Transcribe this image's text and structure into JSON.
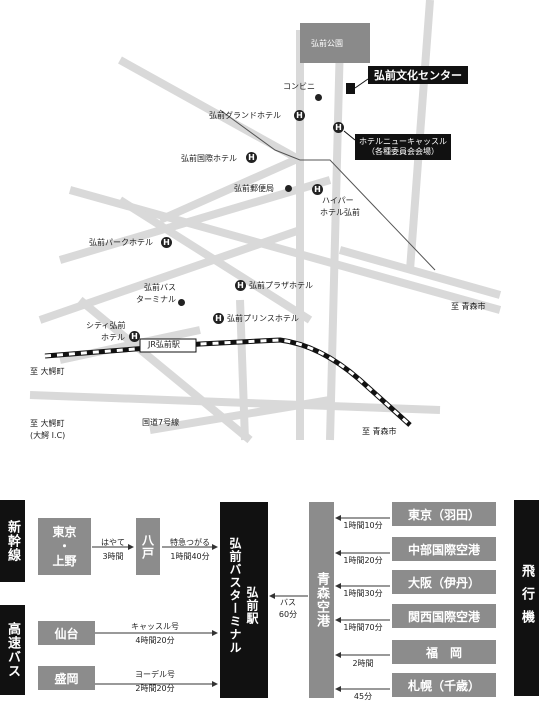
{
  "map": {
    "park": "弘前公園",
    "culture_center": "弘前文化センター",
    "convenience_store": "コンビニ",
    "grand_hotel": "弘前グランドホテル",
    "new_castle": "ホテルニューキャッスル",
    "new_castle_sub": "（各種委員会会場）",
    "kokusai_hotel": "弘前国際ホテル",
    "post_office": "弘前郵便局",
    "hyper_hotel_1": "ハイパー",
    "hyper_hotel_2": "ホテル弘前",
    "park_hotel": "弘前パークホテル",
    "bus_terminal_1": "弘前バス",
    "bus_terminal_2": "ターミナル",
    "plaza_hotel": "弘前プラザホテル",
    "prince_hotel": "弘前プリンスホテル",
    "city_hotel_1": "シティ弘前",
    "city_hotel_2": "ホテル",
    "station": "JR弘前駅",
    "to_aomori_1": "至 青森市",
    "to_owani": "至 大鰐町",
    "to_owani_ic_1": "至 大鰐町",
    "to_owani_ic_2": "(大鰐 I.C)",
    "route7": "国道7号線",
    "to_aomori_2": "至 青森市",
    "hotel_mark": "H"
  },
  "routes": {
    "shinkansen": "新幹線",
    "highway_bus": "高速バス",
    "tokyo_ueno_1": "東京",
    "tokyo_ueno_dot": "・",
    "tokyo_ueno_2": "上野",
    "hayate": "はやて",
    "hayate_time": "3時間",
    "hachinohe": "八戸",
    "tsugaru": "特急つがる",
    "tsugaru_time": "1時間40分",
    "sendai": "仙台",
    "castle_name": "キャッスル号",
    "castle_time": "4時間20分",
    "morioka": "盛岡",
    "yodel_name": "ヨーデル号",
    "yodel_time": "2時間20分",
    "hirosaki_bus_terminal": "弘前バスターミナル",
    "hirosaki_station": "弘前駅",
    "bus_label": "バス",
    "bus_time": "60分",
    "aomori_airport": "青森空港",
    "airplane": "飛行機",
    "flights": [
      {
        "origin": "東京（羽田）",
        "time": "1時間10分"
      },
      {
        "origin": "中部国際空港",
        "time": "1時間20分"
      },
      {
        "origin": "大阪（伊丹）",
        "time": "1時間30分"
      },
      {
        "origin": "関西国際空港",
        "time": "1時間70分"
      },
      {
        "origin": "福　岡",
        "time": "2時間"
      },
      {
        "origin": "札幌（千歳）",
        "time": "45分"
      }
    ]
  }
}
